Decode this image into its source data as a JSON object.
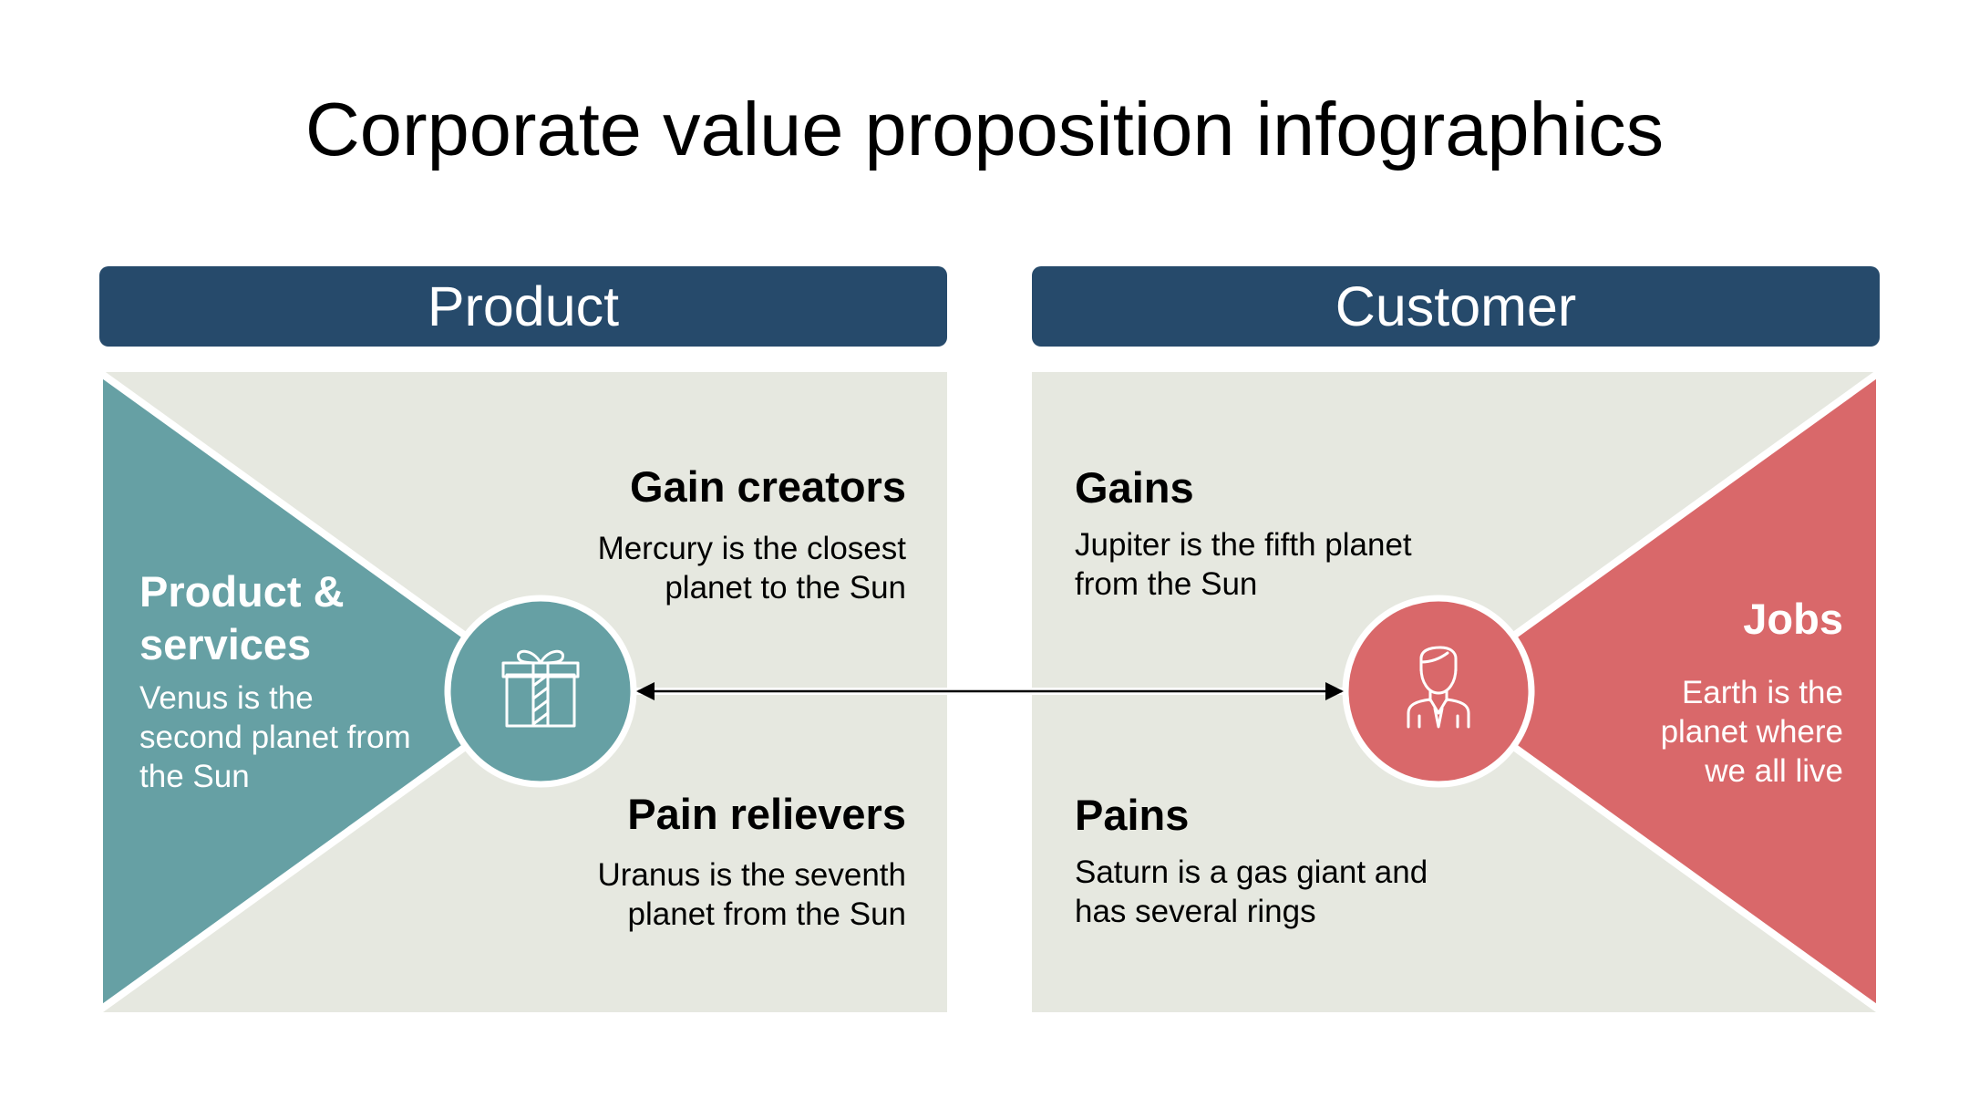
{
  "title": "Corporate value proposition infographics",
  "product": {
    "header": "Product",
    "services": {
      "heading": "Product & services",
      "text": "Venus is the second planet from the Sun"
    },
    "gain_creators": {
      "heading": "Gain creators",
      "text": "Mercury is the closest planet to the Sun"
    },
    "pain_relievers": {
      "heading": "Pain relievers",
      "text": "Uranus is the seventh planet from the Sun"
    },
    "icon": "gift-icon"
  },
  "customer": {
    "header": "Customer",
    "gains": {
      "heading": "Gains",
      "text": "Jupiter is the fifth planet from the Sun"
    },
    "pains": {
      "heading": "Pains",
      "text": "Saturn is a gas giant and has several rings"
    },
    "jobs": {
      "heading": "Jobs",
      "text": "Earth is the planet where we all live"
    },
    "icon": "person-icon"
  },
  "colors": {
    "header": "#264a6b",
    "panel": "#e6e8e0",
    "teal": "#66a0a4",
    "red": "#d9686a"
  }
}
